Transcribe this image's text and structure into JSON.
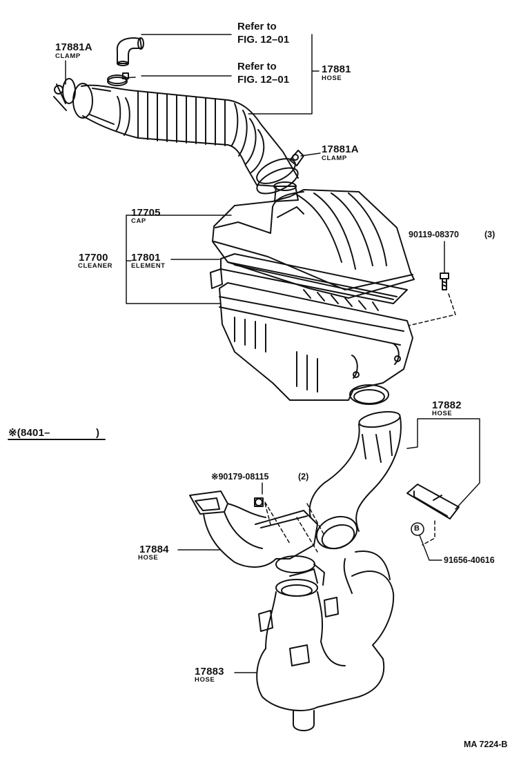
{
  "colors": {
    "ink": "#111111",
    "paper": "#ffffff"
  },
  "parts": {
    "clamp_top_left": {
      "number": "17881A",
      "name": "CLAMP"
    },
    "refer_1": {
      "line1": "Refer to",
      "line2": "FIG. 12–01"
    },
    "refer_2": {
      "line1": "Refer to",
      "line2": "FIG. 12–01"
    },
    "hose_17881": {
      "number": "17881",
      "name": "HOSE"
    },
    "clamp_right": {
      "number": "17881A",
      "name": "CLAMP"
    },
    "cap": {
      "number": "17705",
      "name": "CAP"
    },
    "cleaner": {
      "number": "17700",
      "name": "CLEANER"
    },
    "element": {
      "number": "17801",
      "name": "ELEMENT"
    },
    "bolt": {
      "number": "90119-08370",
      "qty": "(3)"
    },
    "serial_note": {
      "text": "※(8401–",
      "close": ")"
    },
    "hose_17882": {
      "number": "17882",
      "name": "HOSE"
    },
    "nut": {
      "number": "※90179-08115",
      "qty": "(2)"
    },
    "hose_17884": {
      "number": "17884",
      "name": "HOSE"
    },
    "clip_b": {
      "mark": "B",
      "number": "91656-40616"
    },
    "hose_17883": {
      "number": "17883",
      "name": "HOSE"
    }
  },
  "figure_code": "MA 7224-B"
}
